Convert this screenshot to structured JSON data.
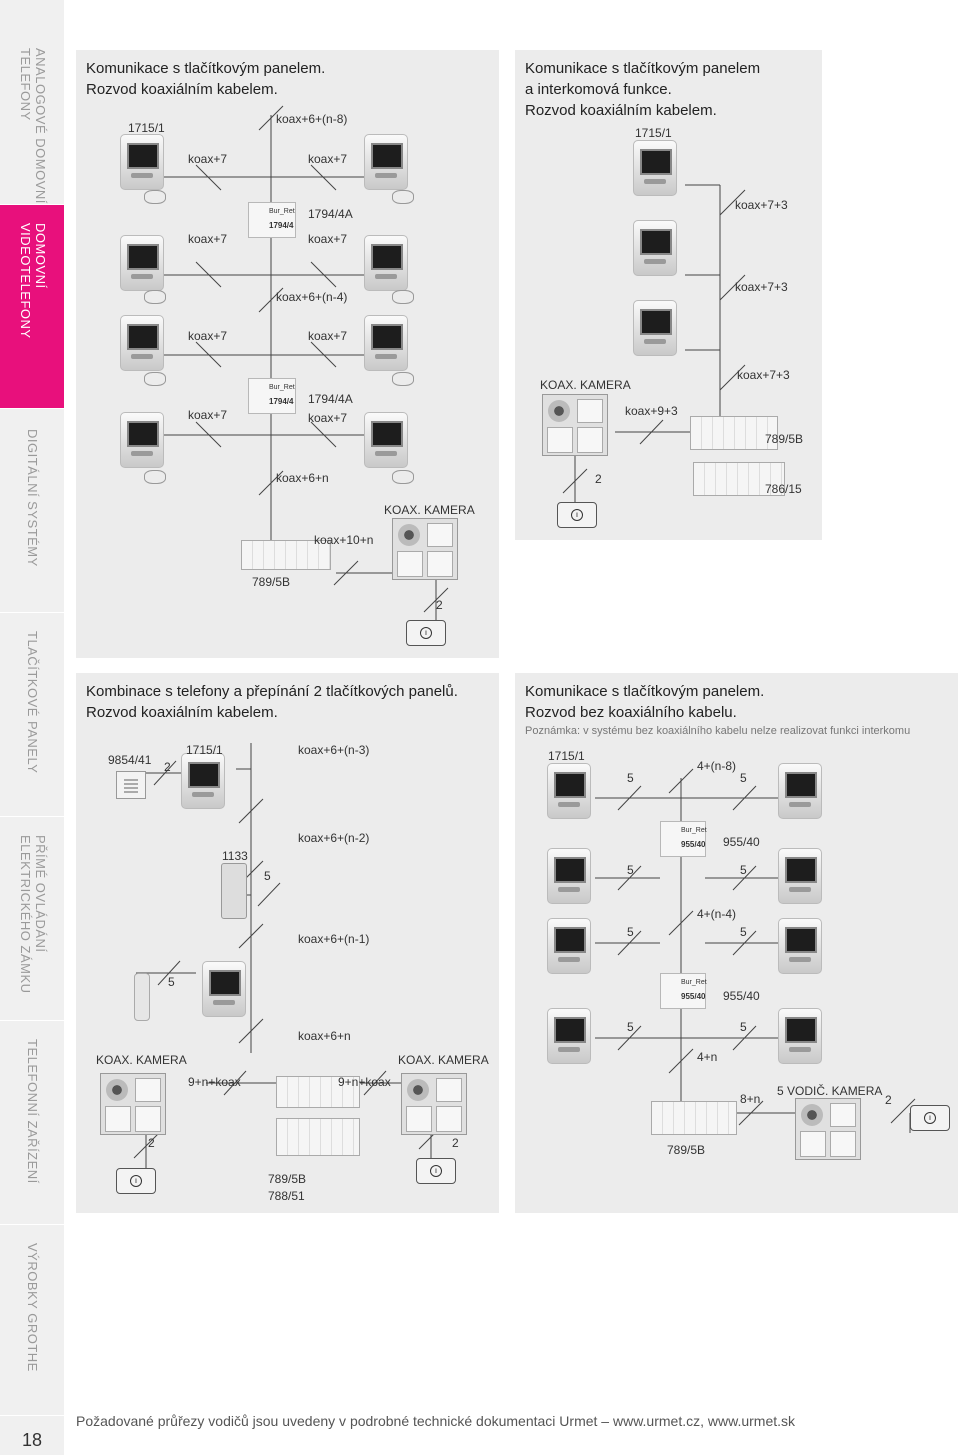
{
  "sidebar": {
    "sections": [
      {
        "label": "ANALOGOVÉ DOMOVNÍ\nTELEFONY",
        "active": false
      },
      {
        "label": "DOMOVNÍ\nVIDEOTELEFONY",
        "active": true
      },
      {
        "label": "DIGITÁLNÍ SYSTÉMY",
        "active": false
      },
      {
        "label": "TLAČÍTKOVÉ PANELY",
        "active": false
      },
      {
        "label": "PŘÍMÉ OVLÁDÁNÍ\nELEKTRICKÉHO ZÁMKU",
        "active": false
      },
      {
        "label": "TELEFONNÍ ZAŘÍZENÍ",
        "active": false
      },
      {
        "label": "VÝROBKY GROTHE",
        "active": false
      }
    ],
    "page_number": "18"
  },
  "panels": {
    "p1": {
      "title": "Komunikace s tlačítkovým panelem.\nRozvod koaxiálním kabelem.",
      "labels": {
        "a": "1715/1",
        "b": "koax+6+(n-8)",
        "c": "koax+7",
        "d": "koax+7",
        "e": "1794/4A",
        "f": "koax+7",
        "g": "koax+7",
        "h": "koax+6+(n-4)",
        "i": "koax+7",
        "j": "koax+7",
        "k": "koax+7",
        "l": "1794/4A",
        "m": "koax+7",
        "n": "koax+6+n",
        "o": "KOAX. KAMERA",
        "p": "koax+10+n",
        "q": "789/5B",
        "r": "2"
      },
      "module_logo": "Bur_Ret",
      "module_code": "1794/4"
    },
    "p2": {
      "title": "Komunikace s tlačítkovým panelem\na interkomová funkce.\nRozvod koaxiálním kabelem.",
      "labels": {
        "a": "1715/1",
        "b": "koax+7+3",
        "c": "koax+7+3",
        "d": "KOAX. KAMERA",
        "e": "koax+7+3",
        "f": "koax+9+3",
        "g": "789/5B",
        "h": "2",
        "i": "786/15"
      }
    },
    "p3": {
      "title": "Kombinace s telefony a přepínání 2 tlačítkových panelů.\nRozvod koaxiálním kabelem.",
      "labels": {
        "a": "9854/41",
        "b": "2",
        "c": "1715/1",
        "d": "koax+6+(n-3)",
        "e": "1133",
        "f": "5",
        "g": "koax+6+(n-2)",
        "h": "koax+6+(n-1)",
        "i": "5",
        "j": "koax+6+n",
        "k": "KOAX. KAMERA",
        "l": "9+n+koax",
        "m": "9+n+koax",
        "n": "KOAX. KAMERA",
        "o": "2",
        "p": "2",
        "q": "789/5B",
        "r": "788/51"
      }
    },
    "p4": {
      "title": "Komunikace s tlačítkovým panelem.\nRozvod bez koaxiálního kabelu.",
      "note": "Poznámka: v systému bez koaxiálního kabelu nelze realizovat funkci interkomu",
      "labels": {
        "a": "1715/1",
        "b": "5",
        "c": "4+(n-8)",
        "d": "5",
        "e": "955/40",
        "f": "5",
        "g": "5",
        "h": "5",
        "i": "4+(n-4)",
        "j": "5",
        "k": "955/40",
        "l": "5",
        "m": "5",
        "n": "4+n",
        "o": "8+n",
        "p": "5 VODIČ. KAMERA",
        "q": "2",
        "r": "789/5B"
      },
      "module_logo": "Bur_Ret",
      "module_code": "955/40"
    }
  },
  "footer": "Požadované průřezy vodičů jsou uvedeny v podrobné technické dokumentaci Urmet – www.urmet.cz, www.urmet.sk"
}
